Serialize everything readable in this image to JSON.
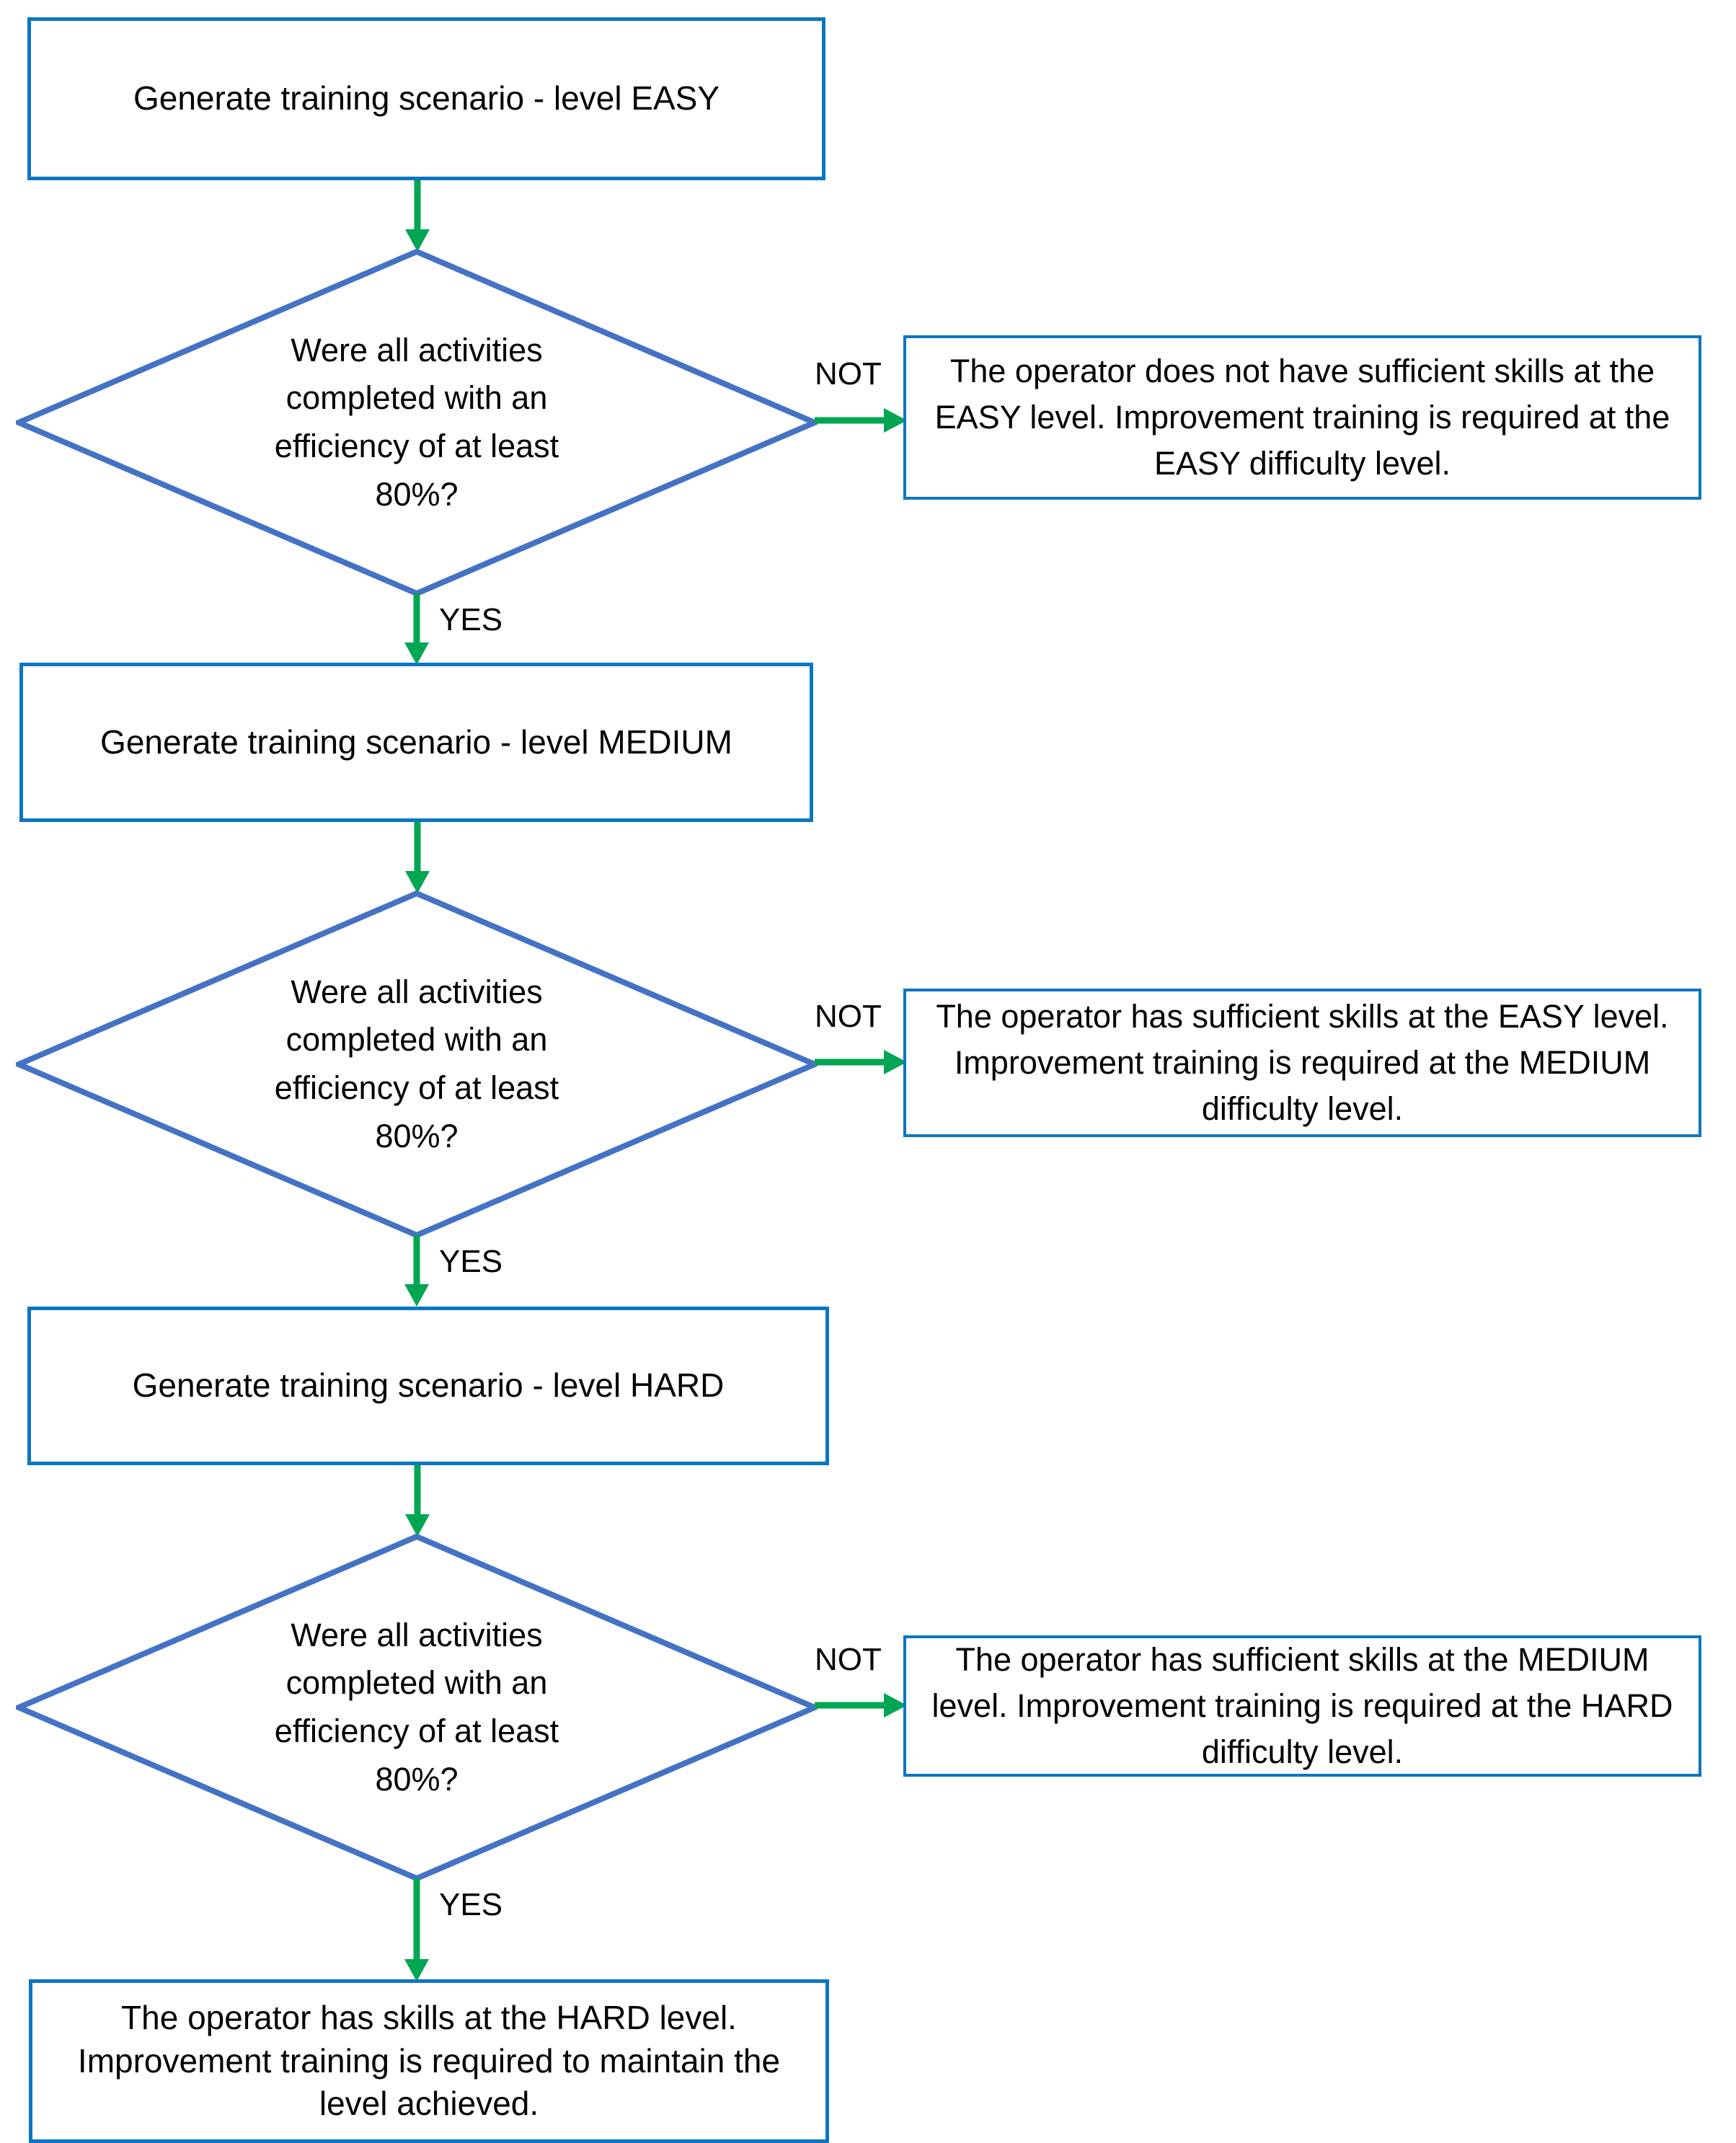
{
  "diagram": {
    "type": "flowchart",
    "title": "Operator training difficulty-level evaluation flowchart",
    "colors": {
      "box_border": "#0B76C2",
      "diamond_border": "#4472C4",
      "connector": "#00A651",
      "text": "#000000",
      "background": "#FFFFFF"
    },
    "nodes": {
      "process_easy": "Generate  training scenario  - level EASY",
      "decision_easy": "Were all activities\ncompleted with an\nefficiency of at least\n80%?",
      "result_easy_not": "The operator does not have sufficient skills at the EASY level. Improvement training is required at the EASY difficulty level.",
      "process_medium": "Generate  training scenario  - level MEDIUM",
      "decision_medium": "Were all activities\ncompleted with an\nefficiency of at least\n80%?",
      "result_medium_not": "The operator has sufficient skills at the EASY level. Improvement training is required at the MEDIUM difficulty level.",
      "process_hard": "Generate  training scenario  - level HARD",
      "decision_hard": "Were all activities\ncompleted with an\nefficiency of at least\n80%?",
      "result_hard_not": "The operator has sufficient skills at the MEDIUM level. Improvement training is required at the HARD difficulty level.",
      "result_final": "The operator has skills at the HARD level. Improvement training is required to maintain the level achieved."
    },
    "edge_labels": {
      "not_easy": "NOT",
      "yes_easy": "YES",
      "not_medium": "NOT",
      "yes_medium": "YES",
      "not_hard": "NOT",
      "yes_hard": "YES"
    }
  }
}
